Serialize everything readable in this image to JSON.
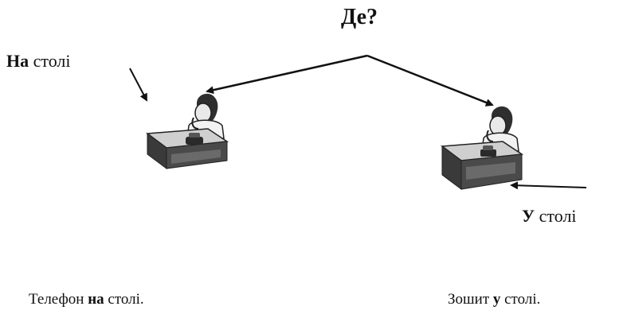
{
  "question": "Де?",
  "labels": {
    "on": {
      "prep": "На",
      "noun": " столі"
    },
    "in": {
      "prep": "У",
      "noun": " столі"
    }
  },
  "captions": {
    "left": {
      "a": "Телефон ",
      "prep": "на",
      "b": " столі."
    },
    "right": {
      "a": "Зошит ",
      "prep": "у",
      "b": " столі."
    }
  },
  "icons": [
    "person-on-phone-icon",
    "desk-icon",
    "telephone-icon",
    "notebook-icon",
    "arrow"
  ],
  "colors": {
    "ink": "#111111",
    "desk": "#3a3a3a",
    "desk_top": "#cfcfcf"
  }
}
